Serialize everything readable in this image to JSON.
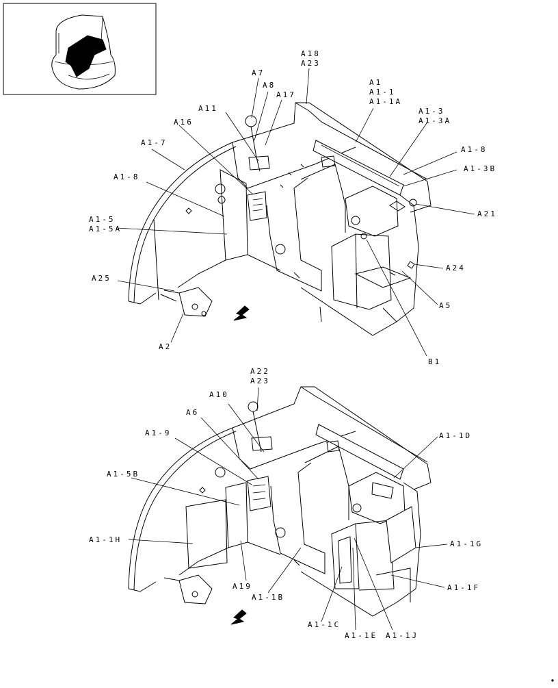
{
  "top_view": {
    "callouts": [
      {
        "id": "a18",
        "lines": [
          "A18",
          "A23"
        ]
      },
      {
        "id": "a7",
        "lines": [
          "A7"
        ]
      },
      {
        "id": "a8",
        "lines": [
          "A8"
        ]
      },
      {
        "id": "a17",
        "lines": [
          "A17"
        ]
      },
      {
        "id": "a11",
        "lines": [
          "A11"
        ]
      },
      {
        "id": "a16",
        "lines": [
          "A16"
        ]
      },
      {
        "id": "a1-7",
        "lines": [
          "A1-7"
        ]
      },
      {
        "id": "a1-8-left",
        "lines": [
          "A1-8"
        ]
      },
      {
        "id": "a1-5",
        "lines": [
          "A1-5",
          "A1-5A"
        ]
      },
      {
        "id": "a25",
        "lines": [
          "A25"
        ]
      },
      {
        "id": "a2",
        "lines": [
          "A2"
        ]
      },
      {
        "id": "a1",
        "lines": [
          "A1",
          "A1-1",
          "A1-1A"
        ]
      },
      {
        "id": "a1-3",
        "lines": [
          "A1-3",
          "A1-3A"
        ]
      },
      {
        "id": "a1-8-right",
        "lines": [
          "A1-8"
        ]
      },
      {
        "id": "a1-3b",
        "lines": [
          "A1-3B"
        ]
      },
      {
        "id": "a21",
        "lines": [
          "A21"
        ]
      },
      {
        "id": "a24",
        "lines": [
          "A24"
        ]
      },
      {
        "id": "a5",
        "lines": [
          "A5"
        ]
      },
      {
        "id": "b1",
        "lines": [
          "B1"
        ]
      }
    ]
  },
  "bottom_view": {
    "callouts": [
      {
        "id": "a22",
        "lines": [
          "A22",
          "A23"
        ]
      },
      {
        "id": "a10",
        "lines": [
          "A10"
        ]
      },
      {
        "id": "a6",
        "lines": [
          "A6"
        ]
      },
      {
        "id": "a1-9",
        "lines": [
          "A1-9"
        ]
      },
      {
        "id": "a1-5b",
        "lines": [
          "A1-5B"
        ]
      },
      {
        "id": "a1-1h",
        "lines": [
          "A1-1H"
        ]
      },
      {
        "id": "a19",
        "lines": [
          "A19"
        ]
      },
      {
        "id": "a1-1b",
        "lines": [
          "A1-1B"
        ]
      },
      {
        "id": "a1-1d",
        "lines": [
          "A1-1D"
        ]
      },
      {
        "id": "a1-1g",
        "lines": [
          "A1-1G"
        ]
      },
      {
        "id": "a1-1f",
        "lines": [
          "A1-1F"
        ]
      },
      {
        "id": "a1-1c",
        "lines": [
          "A1-1C"
        ]
      },
      {
        "id": "a1-1e",
        "lines": [
          "A1-1E"
        ]
      },
      {
        "id": "a1-1j",
        "lines": [
          "A1-1J"
        ]
      }
    ]
  }
}
